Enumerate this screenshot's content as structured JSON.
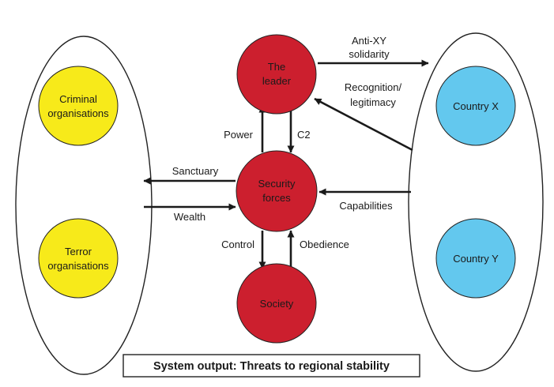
{
  "colors": {
    "red_node": "#cc1f2e",
    "yellow_node": "#f7ea1a",
    "blue_node": "#63c8ee",
    "stroke": "#222222",
    "edge": "#1a1a1a"
  },
  "nodes": {
    "leader": {
      "line1": "The",
      "line2": "leader"
    },
    "security": {
      "line1": "Security",
      "line2": "forces"
    },
    "society": {
      "label": "Society"
    },
    "criminal": {
      "line1": "Criminal",
      "line2": "organisations"
    },
    "terror": {
      "line1": "Terror",
      "line2": "organisations"
    },
    "country_x": {
      "label": "Country X"
    },
    "country_y": {
      "label": "Country Y"
    }
  },
  "edges": {
    "anti_xy": {
      "line1": "Anti-XY",
      "line2": "solidarity"
    },
    "recognition": {
      "line1": "Recognition/",
      "line2": "legitimacy"
    },
    "power": "Power",
    "c2": "C2",
    "sanctuary": "Sanctuary",
    "wealth": "Wealth",
    "capabilities": "Capabilities",
    "control": "Control",
    "obedience": "Obedience"
  },
  "system_output": "System output: Threats to regional stability"
}
